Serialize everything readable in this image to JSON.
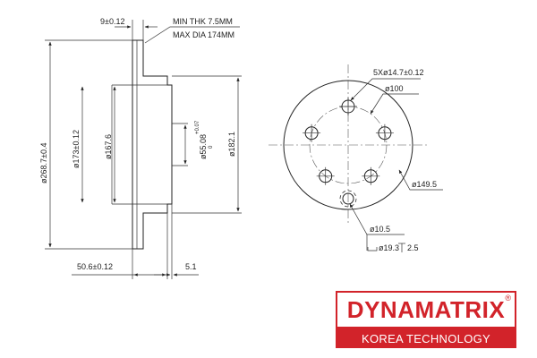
{
  "side_view": {
    "thickness_dim": "9±0.12",
    "min_thickness": "MIN THK 7.5MM",
    "max_diameter": "MAX DIA 174MM",
    "outer_diameter": "ø268.7±0.4",
    "hub_diameter": "ø173±0.12",
    "inner_diameter": "ø167.6",
    "bore_diameter": "ø55.08",
    "bore_tolerance": "+0.07",
    "bore_tolerance_lower": "0",
    "pilot_diameter": "ø182.1",
    "height_dim": "50.6±0.12",
    "offset_dim": "5.1"
  },
  "front_view": {
    "holes_callout": "5Xø14.7±0.12",
    "pcd": "ø100",
    "hub_circle": "ø149.5",
    "small_hole": "ø10.5",
    "counterbore": "ø19.3",
    "counterbore_depth": "2.5"
  },
  "logo": {
    "brand": "DYNAMATRIX",
    "registered": "®",
    "tagline": "KOREA TECHNOLOGY",
    "color": "#d2232a"
  }
}
